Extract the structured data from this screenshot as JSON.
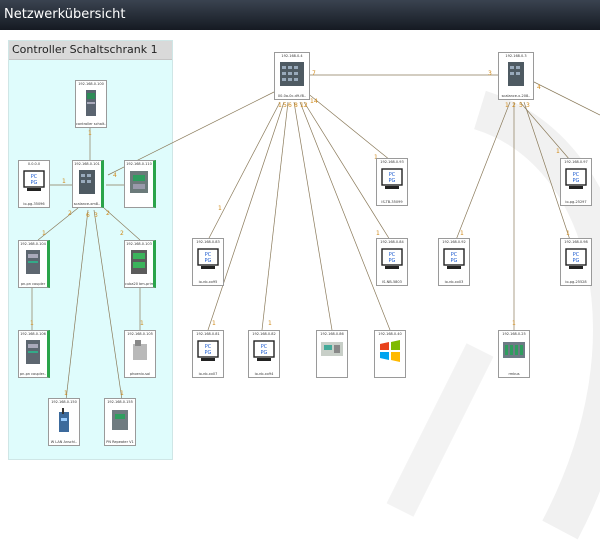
{
  "window": {
    "title": "Netzwerkübersicht"
  },
  "group": {
    "title": "Controller Schaltschrank 1"
  },
  "colors": {
    "titlebar": "#1f252e",
    "group_bg": "#dffcfc",
    "link": "#8a7a5a",
    "port": "#d08a1a",
    "accent_green": "#2aa44a"
  },
  "nodes": {
    "controller": {
      "ip": "192.168.0.100",
      "label": "controller schalt..",
      "icon": "plc-cpu-icon"
    },
    "pc0": {
      "ip": "0.0.0.0",
      "label": "io-pg-35096",
      "icon": "pc-pg-icon"
    },
    "scalance_left": {
      "ip": "192.168.0.101",
      "label": "scalance-xm8..",
      "icon": "switch-icon"
    },
    "et200": {
      "ip": "192.168.0.110",
      "label": "",
      "icon": "io-module-icon"
    },
    "pncoupler1": {
      "ip": "192.168.0.104",
      "label": "pn-pn coupler",
      "icon": "plc-module-icon"
    },
    "cuba": {
      "ip": "192.168.0.103",
      "label": "cuba20 bm-prim",
      "icon": "io-module-icon"
    },
    "pncoupler2": {
      "ip": "192.168.0.106",
      "label": "pn-pn coupler..",
      "icon": "plc-module-icon"
    },
    "phoenix": {
      "ip": "192.168.0.105",
      "label": "phoenix-sol",
      "icon": "device-icon"
    },
    "wlan": {
      "ip": "192.168.0.150",
      "label": "W LAN Anschl..",
      "icon": "access-point-icon"
    },
    "pn": {
      "ip": "192.168.0.155",
      "label": "PN Repeater V1",
      "icon": "io-module-icon"
    },
    "switch_center": {
      "ip": "192.168.0.4",
      "label": "00-0a-0c-d9-f8..",
      "icon": "switch-icon"
    },
    "switch_right": {
      "ip": "192.168.0.3",
      "label": "scalance-x-208..",
      "icon": "switch-icon"
    },
    "pc_center_upper": {
      "ip": "192.168.0.93",
      "label": "IS-TB-35099",
      "icon": "pc-pg-icon"
    },
    "pc_center_mid1": {
      "ip": "192.168.0.83",
      "label": "io-nb-xx95",
      "icon": "pc-pg-icon"
    },
    "pc_center_mid2": {
      "ip": "192.168.0.84",
      "label": "IS-NB-5803",
      "icon": "pc-pg-icon"
    },
    "pc_bottom1": {
      "ip": "192.168.0.81",
      "label": "io-nb-xx07",
      "icon": "pc-pg-icon"
    },
    "pc_bottom2": {
      "ip": "192.168.0.82",
      "label": "io-nb-xx94",
      "icon": "pc-pg-icon"
    },
    "logo_dev": {
      "ip": "192.168.0.86",
      "label": "",
      "icon": "plc-module-icon"
    },
    "windows_dev": {
      "ip": "192.168.0.40",
      "label": "",
      "icon": "windows-icon"
    },
    "pc_right_mid": {
      "ip": "192.168.0.92",
      "label": "io-nb-xx03",
      "icon": "pc-pg-icon"
    },
    "rack": {
      "ip": "192.168.0.25",
      "label": "rmbus",
      "icon": "rack-icon"
    },
    "pc_right_upper": {
      "ip": "192.168.0.97",
      "label": "io-pg-25297",
      "icon": "pc-pg-icon"
    },
    "pc_right_lower": {
      "ip": "192.168.0.98",
      "label": "io-pg-25528",
      "icon": "pc-pg-icon"
    }
  },
  "ports": {
    "controller_down": "1",
    "scalance_left_in": "4",
    "scalance_left_pc": "1",
    "scalance_left_down_a": "2",
    "scalance_left_down_b": "6",
    "scalance_left_down_c": "3",
    "scalance_left_down_d": "2",
    "pncoupler1_top": "1",
    "cuba_top": "2",
    "pncoupler2_top": "1",
    "phoenix_top": "1",
    "wlan_top": "1",
    "pn_top": "1",
    "center_a": "1",
    "center_b": "5",
    "center_c": "6",
    "center_d": "8",
    "center_e": "12",
    "center_f": "14",
    "center_link": "7",
    "center_left_in": "8",
    "center_pc_upper": "1",
    "center_pc_mid1": "1",
    "center_pc_mid2": "1",
    "center_pc_b1": "1",
    "center_pc_b2": "1",
    "right_in": "3",
    "right_a": "1",
    "right_b": "2",
    "right_c": "5",
    "right_d": "3",
    "right_out": "4",
    "right_pc_mid": "1",
    "right_pc_upper": "1",
    "right_pc_lower": "1",
    "rack_top": "1"
  }
}
